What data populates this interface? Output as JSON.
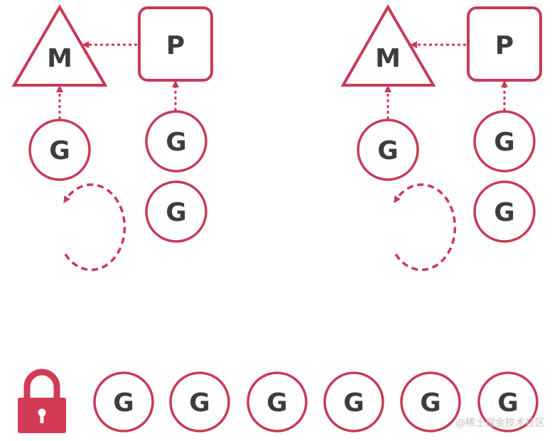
{
  "colors": {
    "stroke": "#c73a56",
    "text": "#3d3d3d",
    "lock": "#d23a55",
    "watermark": "#c2c2c2"
  },
  "labels": {
    "machine": "M",
    "processor": "P",
    "goroutine": "G"
  },
  "lock_icon": "padlock-icon",
  "watermark": "@稀土掘金技术社区"
}
